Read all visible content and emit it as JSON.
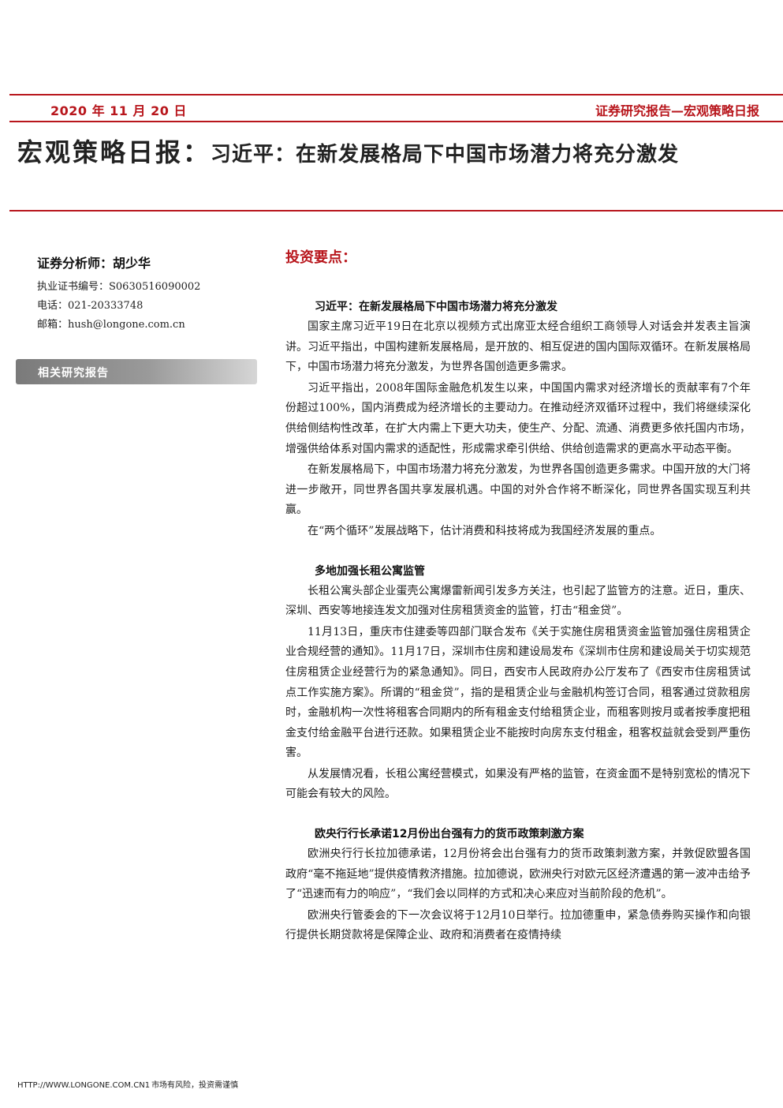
{
  "header": {
    "date": "2020 年 11 月 20 日",
    "series": "证券研究报告—宏观策略日报"
  },
  "title": {
    "main": "宏观策略日报：",
    "sub": "习近平：在新发展格局下中国市场潜力将充分激发"
  },
  "analyst": {
    "name": "证券分析师：胡少华",
    "cert": "执业证书编号：S0630516090002",
    "phone": "电话：021-20333748",
    "email": "邮箱：hush@longone.com.cn"
  },
  "sidebar": {
    "related_label": "相关研究报告"
  },
  "main": {
    "heading": "投资要点：",
    "sections": [
      {
        "title": "习近平：在新发展格局下中国市场潜力将充分激发",
        "paragraphs": [
          "国家主席习近平19日在北京以视频方式出席亚太经合组织工商领导人对话会并发表主旨演讲。习近平指出，中国构建新发展格局，是开放的、相互促进的国内国际双循环。在新发展格局下，中国市场潜力将充分激发，为世界各国创造更多需求。",
          "习近平指出，2008年国际金融危机发生以来，中国国内需求对经济增长的贡献率有7个年份超过100%，国内消费成为经济增长的主要动力。在推动经济双循环过程中，我们将继续深化供给侧结构性改革，在扩大内需上下更大功夫，使生产、分配、流通、消费更多依托国内市场，增强供给体系对国内需求的适配性，形成需求牵引供给、供给创造需求的更高水平动态平衡。",
          "在新发展格局下，中国市场潜力将充分激发，为世界各国创造更多需求。中国开放的大门将进一步敞开，同世界各国共享发展机遇。中国的对外合作将不断深化，同世界各国实现互利共赢。",
          "在“两个循环”发展战略下，估计消费和科技将成为我国经济发展的重点。"
        ]
      },
      {
        "title": "多地加强长租公寓监管",
        "paragraphs": [
          "长租公寓头部企业蛋壳公寓爆雷新闻引发多方关注，也引起了监管方的注意。近日，重庆、深圳、西安等地接连发文加强对住房租赁资金的监管，打击“租金贷”。",
          "11月13日，重庆市住建委等四部门联合发布《关于实施住房租赁资金监管加强住房租赁企业合规经营的通知》。11月17日，深圳市住房和建设局发布《深圳市住房和建设局关于切实规范住房租赁企业经营行为的紧急通知》。同日，西安市人民政府办公厅发布了《西安市住房租赁试点工作实施方案》。所谓的“租金贷”，指的是租赁企业与金融机构签订合同，租客通过贷款租房时，金融机构一次性将租客合同期内的所有租金支付给租赁企业，而租客则按月或者按季度把租金支付给金融平台进行还款。如果租赁企业不能按时向房东支付租金，租客权益就会受到严重伤害。",
          "从发展情况看，长租公寓经营模式，如果没有严格的监管，在资金面不是特别宽松的情况下可能会有较大的风险。"
        ]
      },
      {
        "title": "欧央行行长承诺12月份出台强有力的货币政策刺激方案",
        "paragraphs": [
          "欧洲央行行长拉加德承诺，12月份将会出台强有力的货币政策刺激方案，并敦促欧盟各国政府“毫不拖延地”提供疫情救济措施。拉加德说，欧洲央行对欧元区经济遭遇的第一波冲击给予了“迅速而有力的响应”，“我们会以同样的方式和决心来应对当前阶段的危机”。",
          "欧洲央行管委会的下一次会议将于12月10日举行。拉加德重申，紧急债券购买操作和向银行提供长期贷款将是保障企业、政府和消费者在疫情持续"
        ]
      }
    ]
  },
  "footer": {
    "url": "HTTP://WWW.LONGONE.COM.CN",
    "page": "1",
    "note": "市场有风险，投资需谨慎"
  },
  "colors": {
    "brand_red": "#b8161c",
    "related_bar_gray": "#8a8a8a"
  }
}
